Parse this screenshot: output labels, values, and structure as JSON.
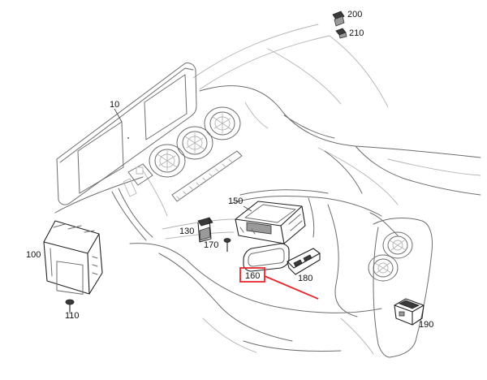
{
  "diagram": {
    "part_labels": [
      {
        "id": "p10",
        "text": "10"
      },
      {
        "id": "p100",
        "text": "100"
      },
      {
        "id": "p110",
        "text": "110"
      },
      {
        "id": "p130",
        "text": "130"
      },
      {
        "id": "p150",
        "text": "150"
      },
      {
        "id": "p160",
        "text": "160"
      },
      {
        "id": "p170",
        "text": "170"
      },
      {
        "id": "p180",
        "text": "180"
      },
      {
        "id": "p190",
        "text": "190"
      },
      {
        "id": "p200",
        "text": "200"
      },
      {
        "id": "p210",
        "text": "210"
      }
    ],
    "highlighted_part": "160",
    "highlight_color": "#e8262b",
    "line_color": "#6d6d6d",
    "background_color": "#ffffff"
  }
}
